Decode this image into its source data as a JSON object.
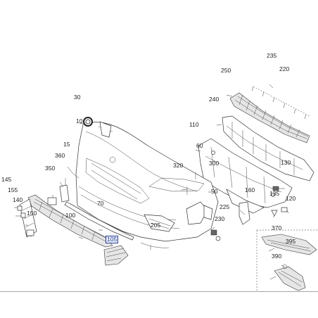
{
  "callouts": {
    "c10": "10",
    "c15": "15",
    "c30": "30",
    "c60": "60",
    "c70": "70",
    "c100": "100",
    "c105": "105",
    "c110": "110",
    "c120": "120",
    "c130": "130",
    "c135": "135",
    "c140": "140",
    "c145": "145",
    "c150": "150",
    "c155": "155",
    "c160": "160",
    "c205": "205",
    "c220": "220",
    "c225": "225",
    "c230": "230",
    "c235": "235",
    "c240": "240",
    "c250": "250",
    "c300": "300",
    "c320": "320",
    "c350": "350",
    "c360": "360",
    "c370": "370",
    "c390": "390",
    "c395": "395",
    "c50": "50"
  },
  "highlighted_callout": "105"
}
